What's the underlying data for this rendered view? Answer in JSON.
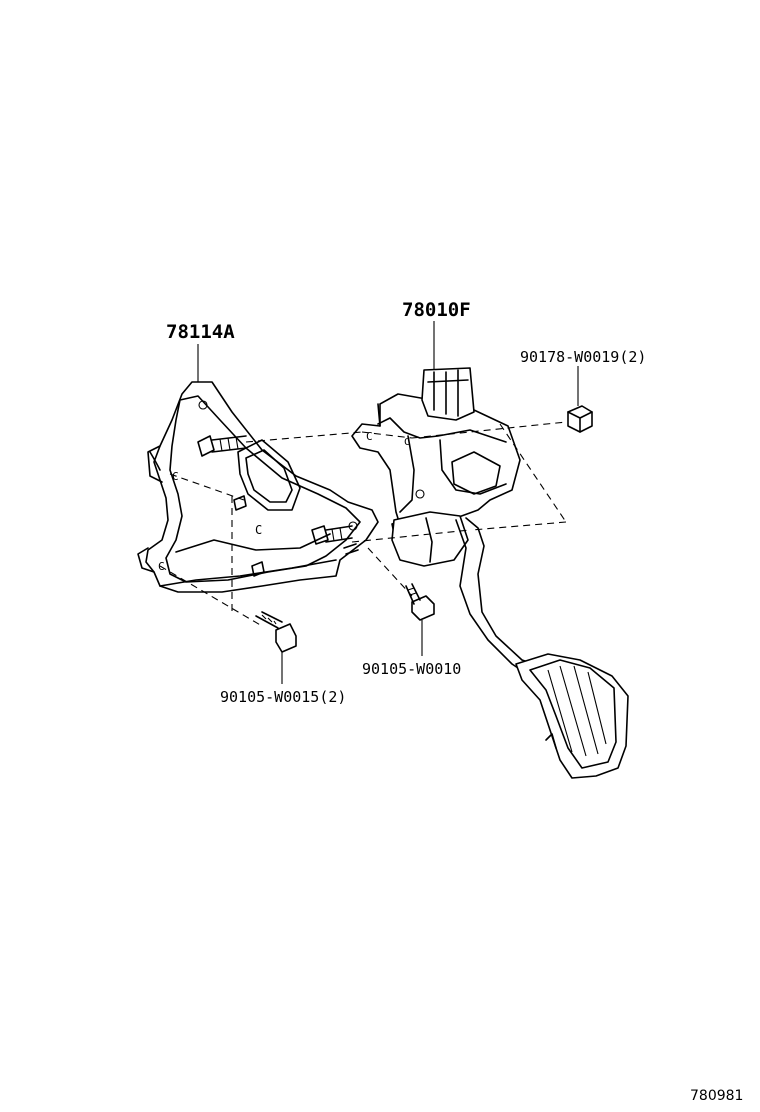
{
  "labels": {
    "bracket": "78114A",
    "pedal_assembly": "78010F",
    "nut": "90178-W0019(2)",
    "bolt_lower": "90105-W0015(2)",
    "bolt_center": "90105-W0010"
  },
  "figure_number": "780981"
}
